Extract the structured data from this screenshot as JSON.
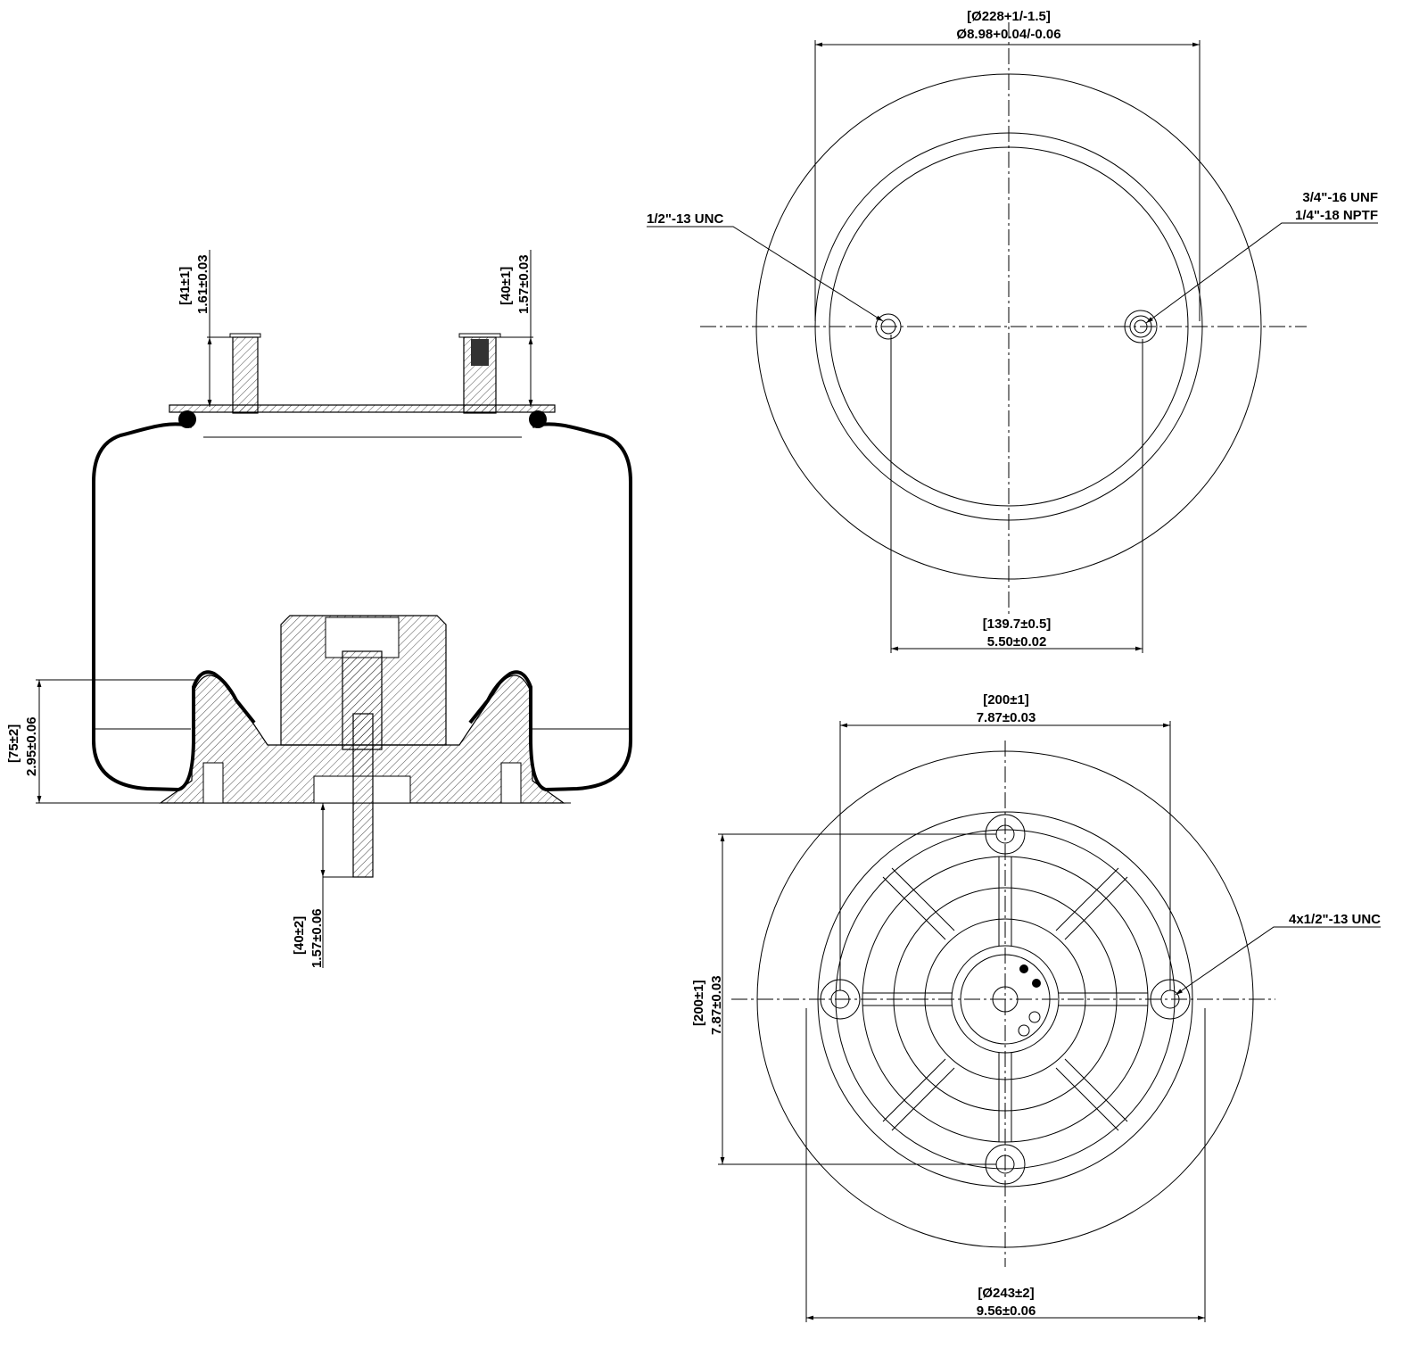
{
  "drawing": {
    "side_view": {
      "left_stud_height": {
        "metric": "[41±1]",
        "imperial": "1.61±0.03"
      },
      "right_stud_height": {
        "metric": "[40±1]",
        "imperial": "1.57±0.03"
      },
      "piston_height": {
        "metric": "[75±2]",
        "imperial": "2.95±0.06"
      },
      "bottom_stud_length": {
        "metric": "[40±2]",
        "imperial": "1.57±0.06"
      }
    },
    "top_view": {
      "diameter": {
        "metric": "[Ø228+1/-1.5]",
        "imperial": "Ø8.98+0.04/-0.06"
      },
      "stud_spacing": {
        "metric": "[139.7±0.5]",
        "imperial": "5.50±0.02"
      },
      "left_thread": "1/2\"-13 UNC",
      "right_thread_1": "3/4\"-16 UNF",
      "right_thread_2": "1/4\"-18 NPTF"
    },
    "bottom_view": {
      "horizontal_spacing": {
        "metric": "[200±1]",
        "imperial": "7.87±0.03"
      },
      "vertical_spacing": {
        "metric": "[200±1]",
        "imperial": "7.87±0.03"
      },
      "diameter": {
        "metric": "[Ø243±2]",
        "imperial": "9.56±0.06"
      },
      "holes": "4x1/2\"-13 UNC"
    }
  }
}
